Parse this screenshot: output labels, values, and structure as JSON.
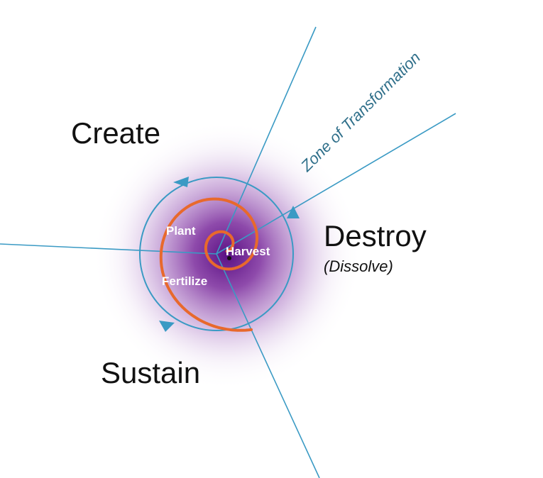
{
  "stages": {
    "create": "Create",
    "destroy": "Destroy",
    "destroy_sub": "(Dissolve)",
    "sustain": "Sustain"
  },
  "zone_label": "Zone of Transformation",
  "inner": {
    "plant": "Plant",
    "harvest": "Harvest",
    "fertilize": "Fertilize"
  },
  "colors": {
    "spiral": "#e8692c",
    "cycle": "#3a9ac4",
    "center_glow": "#6e1f8f",
    "text": "#111111",
    "zone_text": "#2f6f8a"
  }
}
